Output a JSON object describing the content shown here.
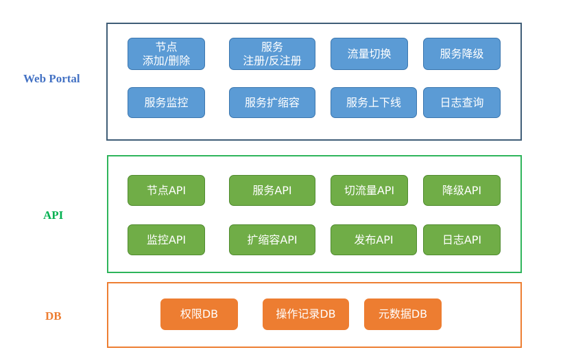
{
  "colors": {
    "web_portal_label": "#4472c4",
    "api_label": "#00b050",
    "db_label": "#ed7d31",
    "web_portal_border": "#3e5c76",
    "api_border": "#2db45a",
    "db_border": "#ed7d31",
    "blue_node": "#5b9bd5",
    "green_node": "#70ad47",
    "orange_node": "#ed7d31"
  },
  "layers": {
    "web_portal": {
      "label": "Web Portal",
      "nodes": [
        "节点\n添加/删除",
        "服务\n注册/反注册",
        "流量切换",
        "服务降级",
        "服务监控",
        "服务扩缩容",
        "服务上下线",
        "日志查询"
      ]
    },
    "api": {
      "label": "API",
      "nodes": [
        "节点API",
        "服务API",
        "切流量API",
        "降级API",
        "监控API",
        "扩缩容API",
        "发布API",
        "日志API"
      ]
    },
    "db": {
      "label": "DB",
      "nodes": [
        "权限DB",
        "操作记录DB",
        "元数据DB"
      ]
    }
  }
}
